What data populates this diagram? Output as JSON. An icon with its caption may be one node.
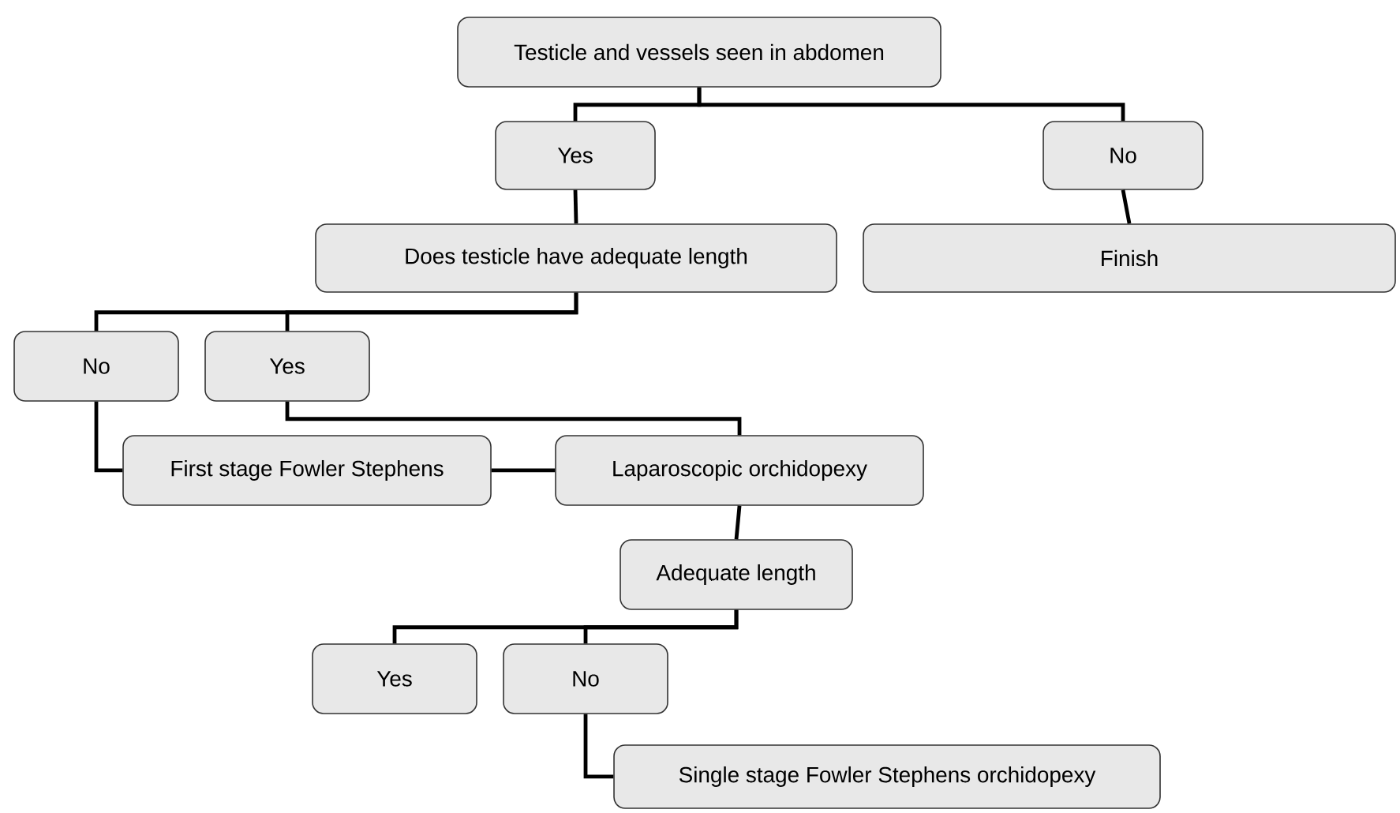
{
  "diagram": {
    "nodes": [
      {
        "text": [
          "Testicle and vessels seen in abdomen"
        ]
      },
      {
        "text": [
          "Yes"
        ]
      },
      {
        "text": [
          "No"
        ]
      },
      {
        "text": [
          "Does testicle have adequate length"
        ]
      },
      {
        "text": [
          "Finish"
        ]
      },
      {
        "text": [
          "No"
        ]
      },
      {
        "text": [
          "Yes"
        ]
      },
      {
        "text": [
          "First stage Fowler Stephens"
        ]
      },
      {
        "text": [
          "Laparoscopic orchidopexy"
        ]
      },
      {
        "text": [
          "Adequate length"
        ]
      },
      {
        "text": [
          "Yes"
        ]
      },
      {
        "text": [
          "No"
        ]
      },
      {
        "text": [
          "Single stage Fowler Stephens orchidopexy"
        ]
      }
    ],
    "edges": [
      {
        "from": 0,
        "to": 1,
        "arrow": "none"
      },
      {
        "from": 0,
        "to": 2,
        "arrow": "none"
      },
      {
        "from": 1,
        "to": 3,
        "arrow": "none"
      },
      {
        "from": 2,
        "to": 4,
        "arrow": "none"
      },
      {
        "from": 3,
        "to": 5,
        "arrow": "none"
      },
      {
        "from": 3,
        "to": 6,
        "arrow": "none"
      },
      {
        "from": 5,
        "to": 7,
        "arrow": "none"
      },
      {
        "from": 6,
        "to": 8,
        "arrow": "none"
      },
      {
        "from": 7,
        "to": 8,
        "arrow": "none"
      },
      {
        "from": 8,
        "to": 9,
        "arrow": "none"
      },
      {
        "from": 9,
        "to": 10,
        "arrow": "none"
      },
      {
        "from": 9,
        "to": 11,
        "arrow": "none"
      },
      {
        "from": 11,
        "to": 12,
        "arrow": "none"
      }
    ]
  }
}
